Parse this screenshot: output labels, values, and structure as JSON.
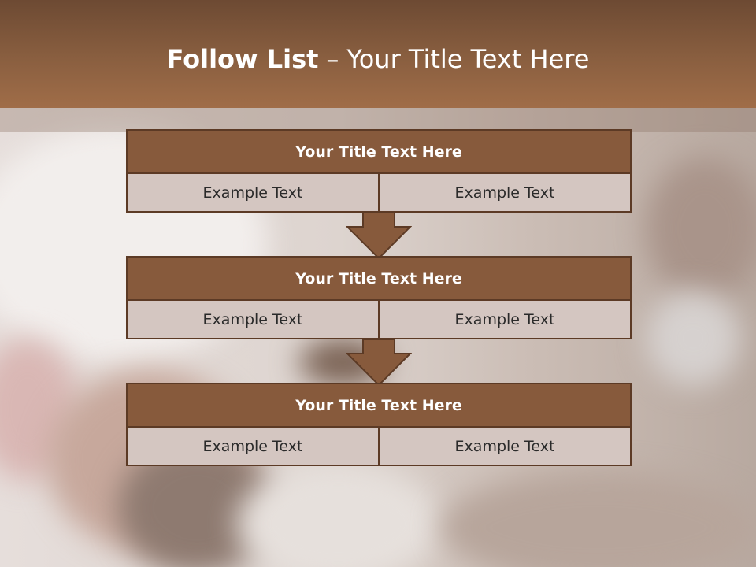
{
  "slide": {
    "title_bold": "Follow List",
    "title_dash": "–",
    "title_rest": "Your Title Text Here"
  },
  "blocks": [
    {
      "title": "Your Title Text Here",
      "left": "Example Text",
      "right": "Example Text"
    },
    {
      "title": "Your Title Text Here",
      "left": "Example Text",
      "right": "Example Text"
    },
    {
      "title": "Your Title Text Here",
      "left": "Example Text",
      "right": "Example Text"
    }
  ],
  "colors": {
    "header": "#8a5f40",
    "block_title": "#875a3c",
    "cell_fill": "#d4c6c1",
    "border": "#5c3a25"
  }
}
